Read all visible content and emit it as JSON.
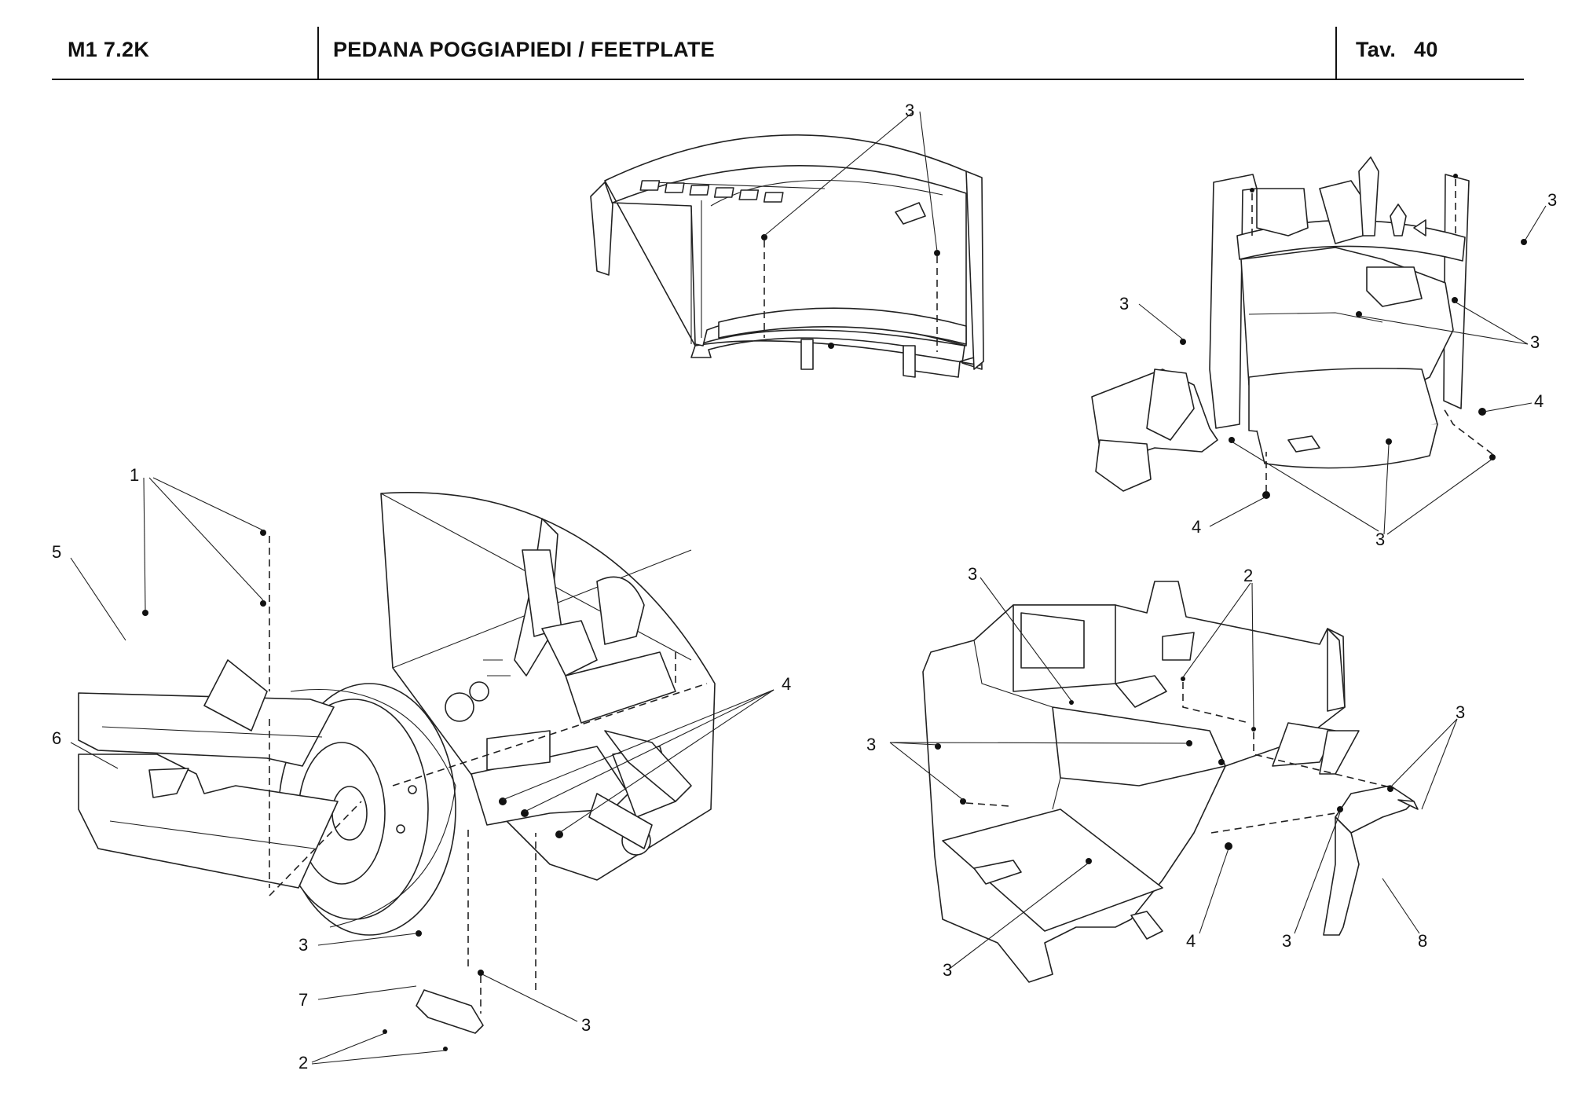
{
  "header": {
    "model": "M1 7.2K",
    "title": "PEDANA POGGIAPIEDI / FEETPLATE",
    "table_label": "Tav.",
    "table_number": "40"
  },
  "callouts": {
    "n1": "1",
    "n2": "2",
    "n3": "3",
    "n4": "4",
    "n5": "5",
    "n6": "6",
    "n7": "7",
    "n8": "8"
  }
}
